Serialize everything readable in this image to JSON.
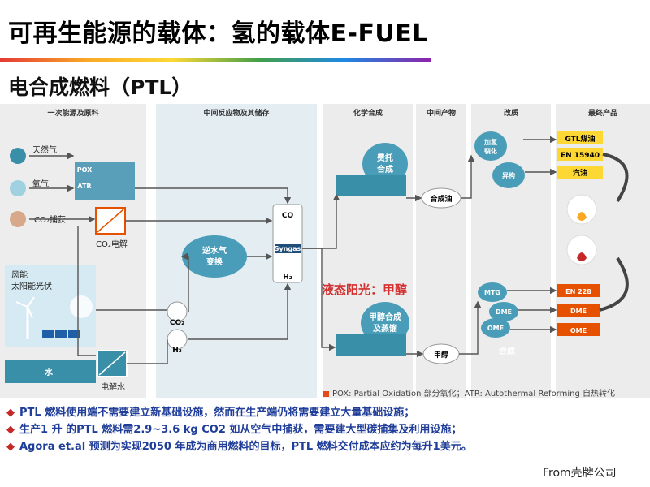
{
  "title": "可再生能源的载体：氢的载体E-FUEL",
  "subtitle": "电合成燃料（PTL）",
  "columns": [
    "一次能源及原料",
    "中间反应物及其储存",
    "化学合成",
    "中间产物",
    "改质",
    "最终产品"
  ],
  "inputs": {
    "natural_gas": "天然气",
    "oxygen": "氧气",
    "co2_capture": "CO₂捕获",
    "co2_electrolysis": "CO₂电解",
    "wind_solar": "风能\n太阳能光伏",
    "water": "水",
    "water_electrolysis": "电解水"
  },
  "processes": {
    "pox": "POX",
    "atr": "ATR",
    "rwgs": "逆水气\n变换",
    "co": "CO",
    "syngas": "Syngas",
    "h2": "H₂",
    "co2": "CO₂",
    "ft": "费托\n合成",
    "methanol": "甲醇合成\n及蒸馏",
    "synthetic_oil": "合成油",
    "methanol_product": "甲醇",
    "hydrocracking": "加氢\n裂化",
    "isomerization": "异构",
    "mtg": "MTG",
    "dme": "DME",
    "ome": "OME",
    "synthesis": "合成"
  },
  "products": {
    "gtl": "GTL煤油",
    "en15940": "EN 15940",
    "gasoline": "汽油",
    "en228": "EN 228",
    "dme": "DME",
    "ome": "OME"
  },
  "liquid_sun": "液态阳光：甲醇",
  "legend": "POX: Partial Oxidation 部分氧化；ATR: Autothermal Reforming 自热转化",
  "bullets": [
    "PTL 燃料使用端不需要建立新基础设施，然而在生产端仍将需要建立大量基础设施；",
    "生产1 升 的PTL 燃料需2.9~3.6 kg CO2 如从空气中捕获，需要建大型碳捕集及利用设施；",
    "Agora et.al 预测为实现2050 年成为商用燃料的目标，PTL 燃料交付成本应约为每升1美元。"
  ],
  "source": "From壳牌公司",
  "colors": {
    "teal": "#3a8fa8",
    "orange_label": "#e65100",
    "yellow_label": "#fdd835",
    "red_text": "#d32f2f",
    "bullet_text": "#1f3d99"
  }
}
